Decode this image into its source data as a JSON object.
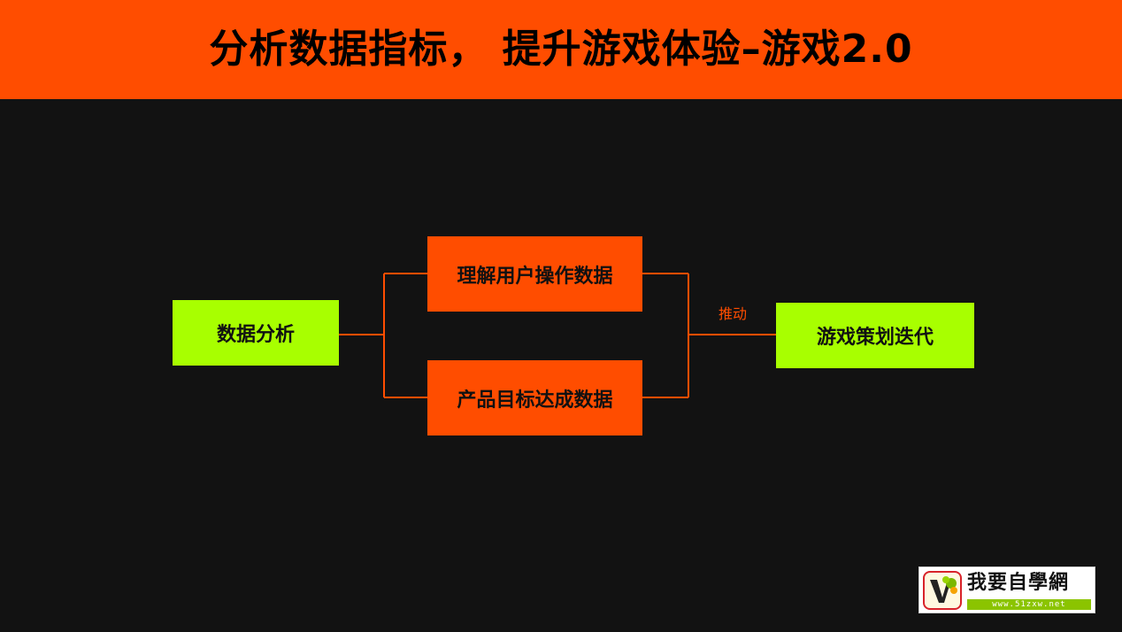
{
  "header": {
    "title": "分析数据指标，  提升游戏体验–游戏2.0"
  },
  "diagram": {
    "source": "数据分析",
    "branches": [
      "理解用户操作数据",
      "产品目标达成数据"
    ],
    "edge_label": "推动",
    "target": "游戏策划迭代"
  },
  "logo": {
    "name": "我要自學網",
    "url": "www.51zxw.net"
  },
  "colors": {
    "background": "#121212",
    "accent_orange": "#ff4d00",
    "accent_green": "#a8ff00"
  }
}
